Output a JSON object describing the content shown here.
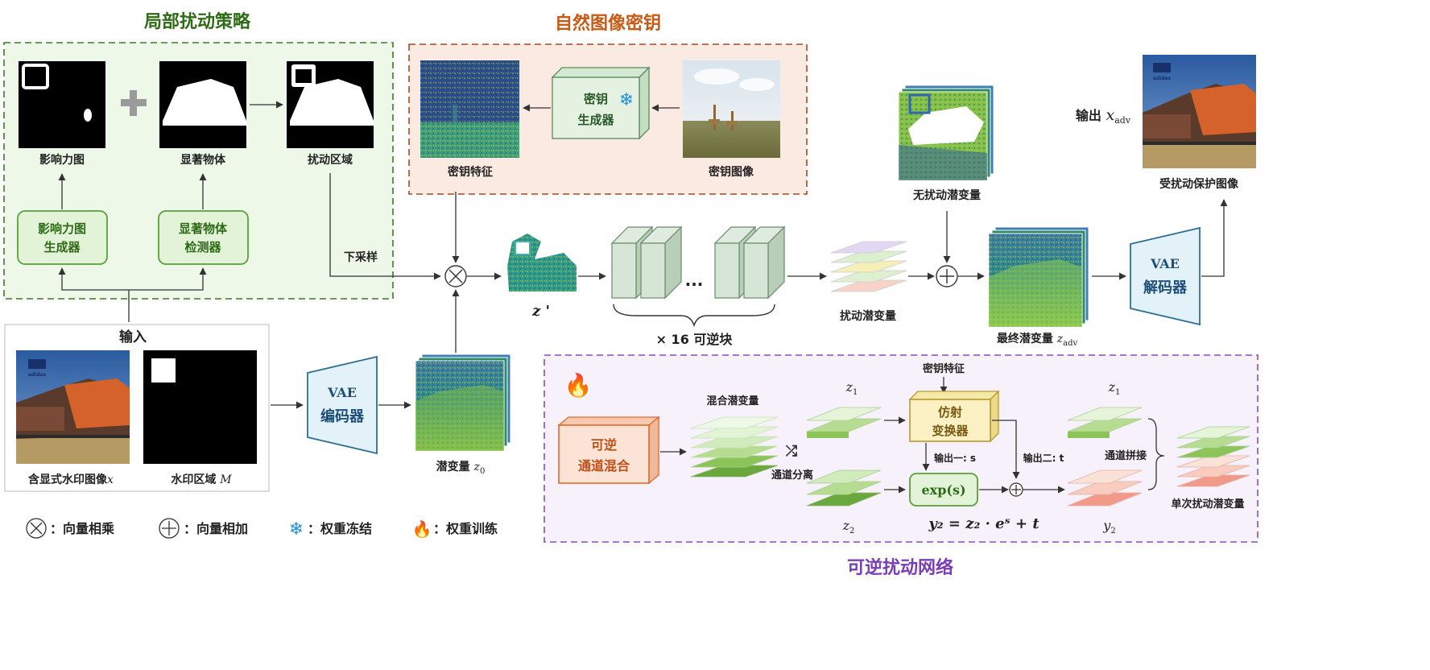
{
  "sections": {
    "local": "局部扰动策略",
    "key": "自然图像密钥",
    "network": "可逆扰动网络"
  },
  "labels": {
    "influence_map": "影响力图",
    "salient_object": "显著物体",
    "perturb_region": "扰动区域",
    "influence_gen_1": "影响力图",
    "influence_gen_2": "生成器",
    "salient_det_1": "显著物体",
    "salient_det_2": "检测器",
    "downsample": "下采样",
    "input": "输入",
    "watermarked_image": "含显式水印图像",
    "watermarked_var": "x",
    "watermark_region": "水印区域",
    "watermark_var": "M",
    "vae_enc_1": "VAE",
    "vae_enc_2": "编码器",
    "latent": "潜变量",
    "latent_var": "z",
    "latent_sub": "0",
    "key_feature": "密钥特征",
    "key_gen_1": "密钥",
    "key_gen_2": "生成器",
    "key_image": "密钥图像",
    "zprime": "z '",
    "blocks": "× 16 可逆块",
    "blocks_dots": "...",
    "perturb_latent": "扰动潜变量",
    "clean_latent": "无扰动潜变量",
    "final_latent": "最终潜变量",
    "final_var": "z",
    "final_sub": "adv",
    "vae_dec_1": "VAE",
    "vae_dec_2": "解码器",
    "output_prefix": "输出",
    "output_var": "x",
    "output_sub": "adv",
    "protected_image": "受扰动保护图像"
  },
  "network": {
    "mix_1": "可逆",
    "mix_2": "通道混合",
    "mixed_latent": "混合潜变量",
    "channel_split": "通道分离",
    "z1": "z",
    "z1_sub": "1",
    "z2": "z",
    "z2_sub": "2",
    "key_feature": "密钥特征",
    "affine_1": "仿射",
    "affine_2": "变换器",
    "out1": "输出一: s",
    "out2": "输出二: t",
    "exp": "exp(s)",
    "equation": "y₂ = z₂ · eˢ + t",
    "concat": "通道拼接",
    "y1": "z",
    "y1_sub": "1",
    "y2": "y",
    "y2_sub": "2",
    "single": "单次扰动潜变量"
  },
  "legend": {
    "mult": "：向量相乘",
    "add": "：向量相加",
    "frozen": "：权重冻结",
    "trained": "：权重训练"
  },
  "image_text": {
    "adidas": "adidas"
  },
  "colors": {
    "local_green": "#2e6b16",
    "key_orange": "#c85a15",
    "network_purple": "#7a3db5",
    "module_green": "#e2f3d8",
    "vae_blue": "#e3f1f8"
  }
}
